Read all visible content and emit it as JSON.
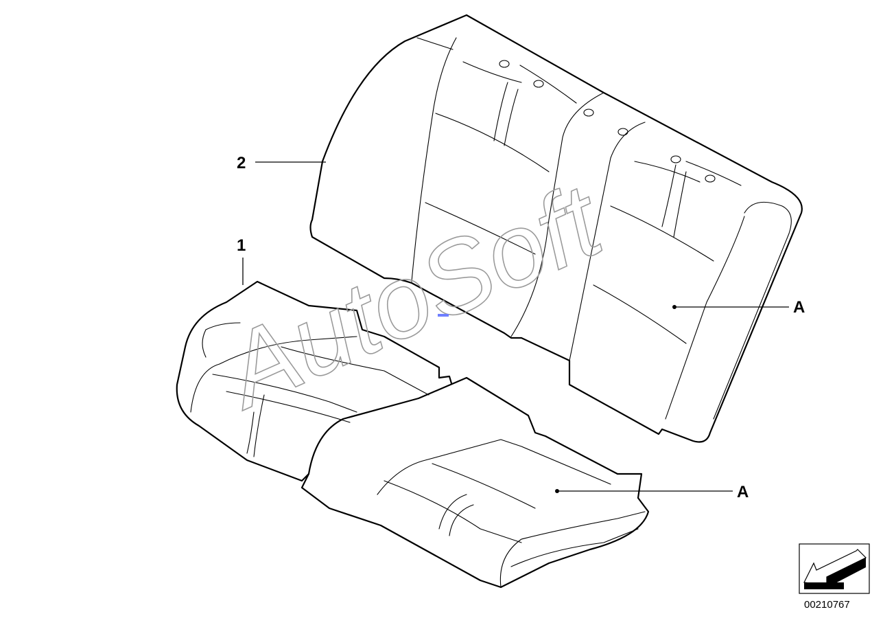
{
  "callouts": {
    "backrest_number": "2",
    "cushion_number": "1",
    "backrest_cover_letter": "A",
    "cushion_cover_letter": "A"
  },
  "watermark": "AutoSoft",
  "document_number": "00210767",
  "icons": {
    "orientation": "direction-arrow-icon"
  },
  "colors": {
    "line": "#000000",
    "watermark": "#9a9a9a",
    "marker": "#6f7fff"
  }
}
